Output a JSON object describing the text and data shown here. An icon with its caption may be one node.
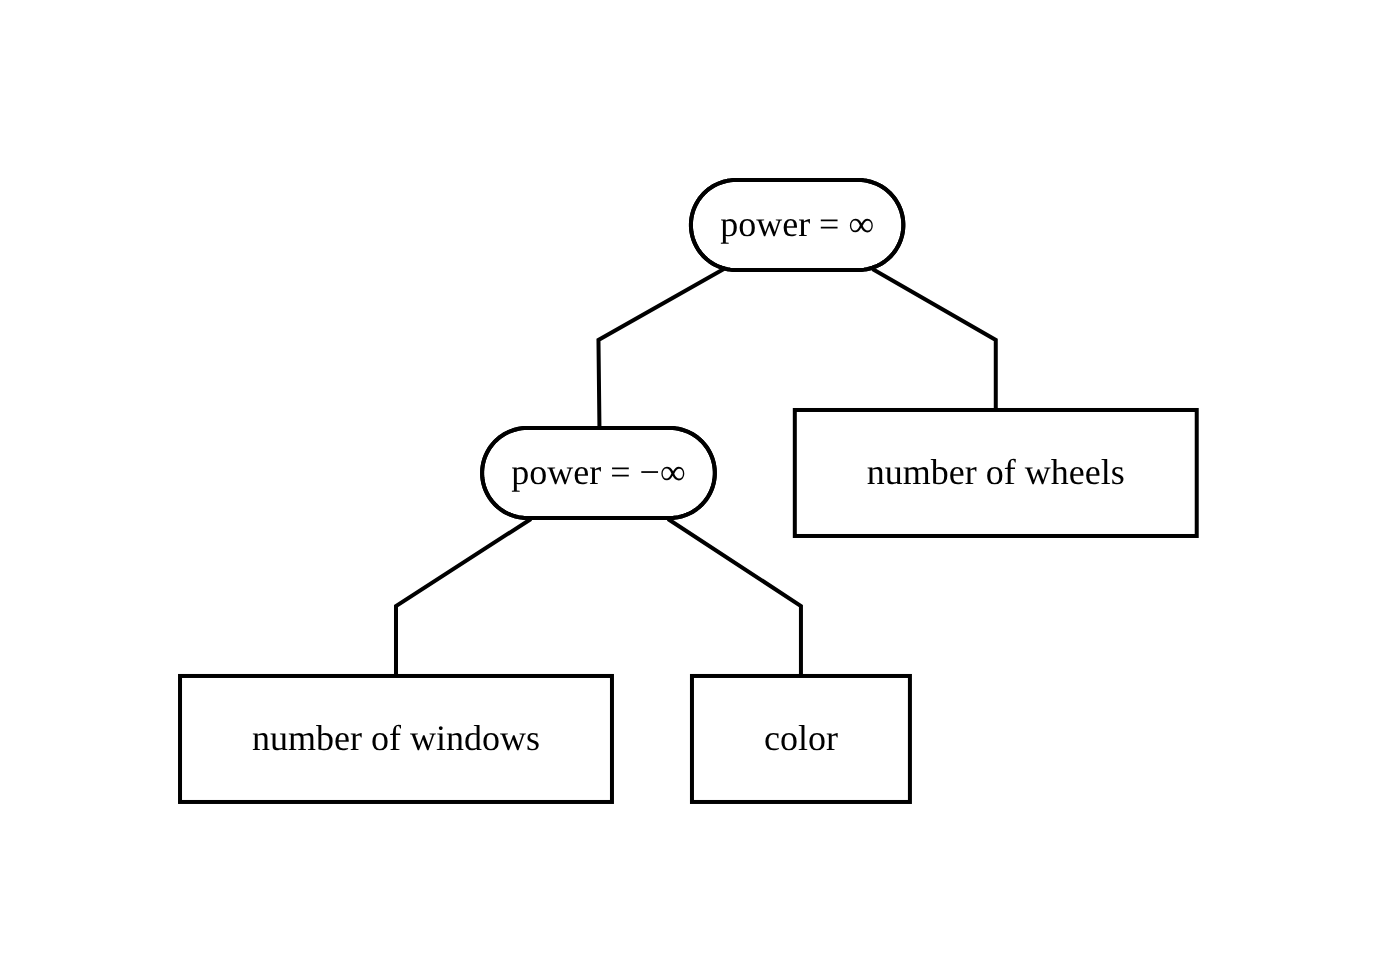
{
  "diagram": {
    "nodes": [
      {
        "text": [
          "power = ∞"
        ]
      },
      {
        "text": [
          "power = −∞"
        ]
      },
      {
        "text": [
          "number of wheels"
        ]
      },
      {
        "text": [
          "number of windows"
        ]
      },
      {
        "text": [
          "color"
        ]
      }
    ],
    "edges": [
      {
        "from": 0,
        "to": 1,
        "arrow": "none"
      },
      {
        "from": 0,
        "to": 2,
        "arrow": "none"
      },
      {
        "from": 1,
        "to": 3,
        "arrow": "none"
      },
      {
        "from": 1,
        "to": 4,
        "arrow": "none"
      }
    ]
  }
}
